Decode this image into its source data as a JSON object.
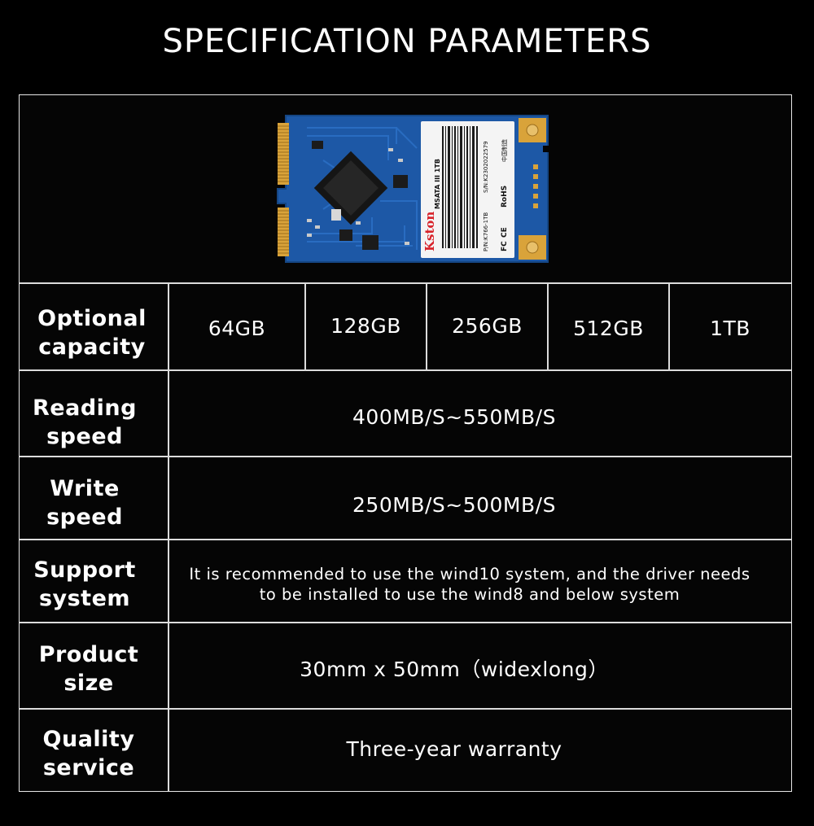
{
  "header": {
    "title": "SPECIFICATION PARAMETERS"
  },
  "product": {
    "brand_label": "Kston",
    "model_label": "MSATA III 1TB",
    "pn_label": "P/N:K766-1TB",
    "sn_label": "S/N:K2302022579",
    "origin_label": "中国制造",
    "rohs_label": "RoHS",
    "ce_label": "CE",
    "fc_label": "FC"
  },
  "specs": {
    "capacity": {
      "label": "Optional capacity",
      "options": [
        "64GB",
        "128GB",
        "256GB",
        "512GB",
        "1TB"
      ]
    },
    "reading_speed": {
      "label": "Reading speed",
      "value": "400MB/S~550MB/S"
    },
    "write_speed": {
      "label": "Write speed",
      "value": "250MB/S~500MB/S"
    },
    "support_system": {
      "label": "Support system",
      "value": "It is recommended to use the wind10 system, and the driver needs to be installed to use the wind8 and below system"
    },
    "product_size": {
      "label": "Product size",
      "value": "30mm x 50mm（widexlong）"
    },
    "quality_service": {
      "label": "Quality service",
      "value": "Three-year warranty"
    }
  },
  "colors": {
    "background": "#000000",
    "text": "#ffffff",
    "grid_lines": "#dcdcdc",
    "pcb_blue": "#1f5aa8",
    "gold_contacts": "#d9a33a"
  }
}
